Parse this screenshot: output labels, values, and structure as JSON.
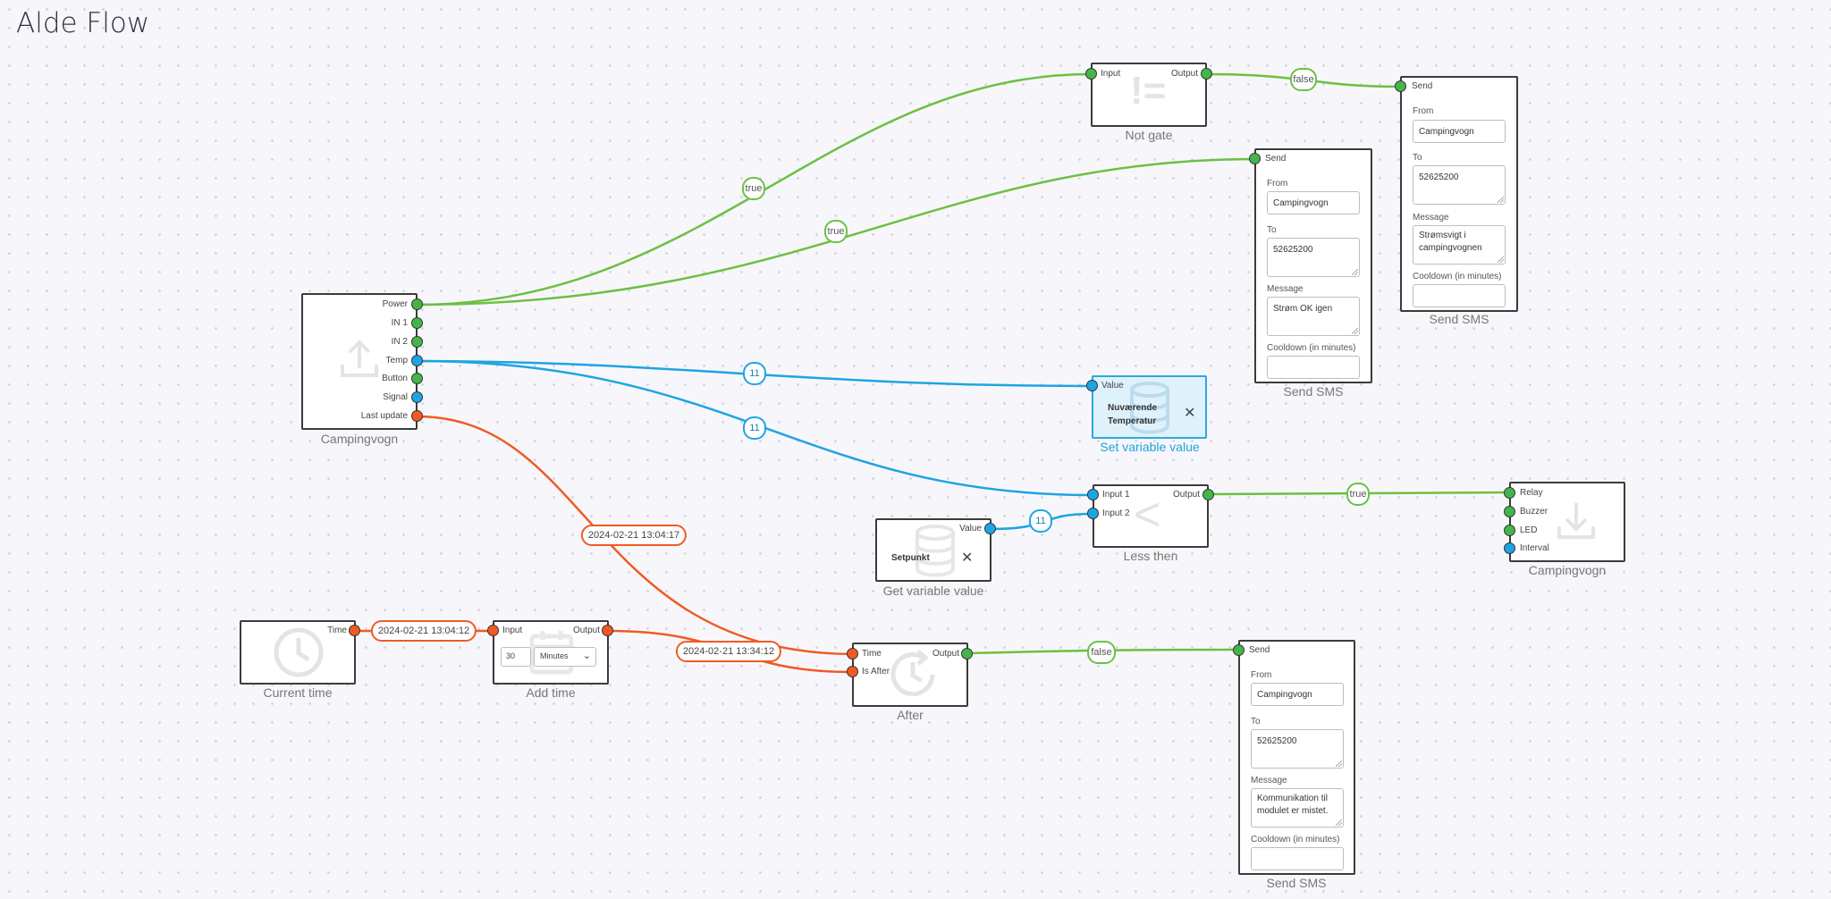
{
  "page": {
    "title": "Alde Flow"
  },
  "colors": {
    "green": "#6cc043",
    "blue": "#1da5e2",
    "orange": "#f15a22",
    "node_border": "#3b3b3b"
  },
  "nodes": {
    "device_in": {
      "caption": "Campingvogn",
      "icon": "upload-icon",
      "outputs": [
        "Power",
        "IN 1",
        "IN 2",
        "Temp",
        "Button",
        "Signal",
        "Last update"
      ]
    },
    "not_gate": {
      "caption": "Not gate",
      "icon": "not-equal-icon",
      "input": "Input",
      "output": "Output"
    },
    "sms1": {
      "caption": "Send SMS",
      "input": "Send",
      "from_label": "From",
      "from_value": "Campingvogn",
      "to_label": "To",
      "to_value": "52625200",
      "message_label": "Message",
      "message_value": "Strøm OK igen",
      "cooldown_label": "Cooldown (in minutes)",
      "cooldown_value": ""
    },
    "sms2": {
      "caption": "Send SMS",
      "input": "Send",
      "from_label": "From",
      "from_value": "Campingvogn",
      "to_label": "To",
      "to_value": "52625200",
      "message_label": "Message",
      "message_value": "Strømsvigt i campingvognen",
      "cooldown_label": "Cooldown (in minutes)",
      "cooldown_value": ""
    },
    "sms3": {
      "caption": "Send SMS",
      "input": "Send",
      "from_label": "From",
      "from_value": "Campingvogn",
      "to_label": "To",
      "to_value": "52625200",
      "message_label": "Message",
      "message_value": "Kommunikation til modulet er mistet.",
      "cooldown_label": "Cooldown (in minutes)",
      "cooldown_value": ""
    },
    "set_var": {
      "caption": "Set variable value",
      "input": "Value",
      "variable": "Nuværende Temperatur"
    },
    "less_then": {
      "caption": "Less then",
      "input1": "Input 1",
      "input2": "Input 2",
      "output": "Output"
    },
    "get_var": {
      "caption": "Get variable value",
      "output": "Value",
      "variable": "Setpunkt"
    },
    "device_out": {
      "caption": "Campingvogn",
      "icon": "download-icon",
      "inputs": [
        "Relay",
        "Buzzer",
        "LED",
        "Interval"
      ]
    },
    "current_time": {
      "caption": "Current time",
      "icon": "clock-icon",
      "output": "Time"
    },
    "add_time": {
      "caption": "Add time",
      "icon": "calendar-icon",
      "input": "Input",
      "output": "Output",
      "amount": "30",
      "unit": "Minutes"
    },
    "after": {
      "caption": "After",
      "icon": "clock-arrow-icon",
      "input1": "Time",
      "input2": "Is After",
      "output": "Output"
    }
  },
  "wire_labels": {
    "power_notgate": "true",
    "power_sms1": "true",
    "notgate_sms2": "false",
    "temp_setvar": "11",
    "temp_less": "11",
    "getvar_less": "11",
    "less_relay": "true",
    "lastupdate_after": "2024-02-21 13:04:17",
    "time_addtime": "2024-02-21 13:04:12",
    "addtime_after": "2024-02-21 13:34:12",
    "after_sms3": "false"
  }
}
